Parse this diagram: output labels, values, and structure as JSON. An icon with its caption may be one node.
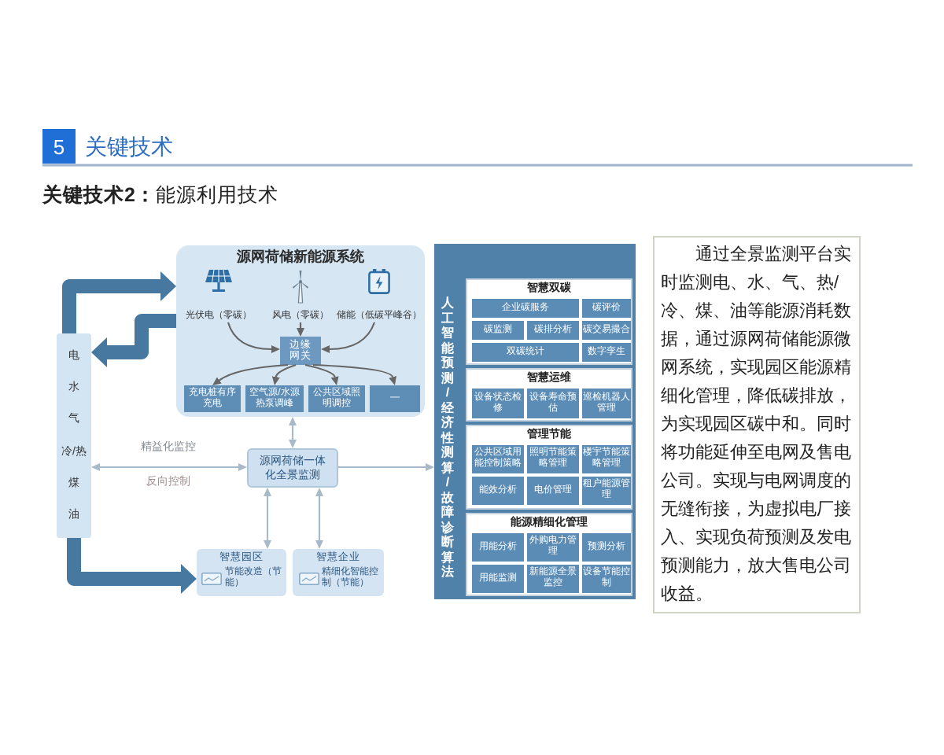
{
  "diagram": {
    "title": "关键技术",
    "nodes": [
      {
        "text": [
          "源网荷储新能源系统"
        ]
      },
      {
        "text": [
          "光伏电（零碳）"
        ],
        "in": 0
      },
      {
        "text": [
          "风电（零碳）"
        ],
        "in": 0
      },
      {
        "text": [
          "储能（低碳平峰谷）"
        ],
        "in": 0
      },
      {
        "text": [
          "边缘网关"
        ],
        "in": 0
      },
      {
        "text": [
          "充电桩有序充电"
        ],
        "in": 0
      },
      {
        "text": [
          "空气源/水源热泵调峰"
        ],
        "in": 0
      },
      {
        "text": [
          "公共区域照明调控"
        ],
        "in": 0
      },
      {
        "text": [
          "—"
        ],
        "in": 0
      },
      {
        "text": [
          "电",
          "水",
          "气",
          "冷/热",
          "煤",
          "油"
        ]
      },
      {
        "text": [
          "源网荷储一体化全景监测"
        ]
      },
      {
        "text": [
          "智慧园区",
          "节能改造（节能）"
        ]
      },
      {
        "text": [
          "智慧企业",
          "精细化智能控制（节能）"
        ]
      },
      {
        "text": [
          "人工智能预测/经济性测算/故障诊断算法"
        ]
      },
      {
        "text": [
          "智慧双碳"
        ],
        "in": 13
      },
      {
        "text": [
          "企业碳服务"
        ],
        "in": 14
      },
      {
        "text": [
          "碳评价"
        ],
        "in": 14
      },
      {
        "text": [
          "碳监测"
        ],
        "in": 14
      },
      {
        "text": [
          "碳排分析"
        ],
        "in": 14
      },
      {
        "text": [
          "碳交易撮合"
        ],
        "in": 14
      },
      {
        "text": [
          "双碳统计"
        ],
        "in": 14
      },
      {
        "text": [
          "数字孪生"
        ],
        "in": 14
      },
      {
        "text": [
          "智慧运维"
        ],
        "in": 13
      },
      {
        "text": [
          "设备状态检修"
        ],
        "in": 22
      },
      {
        "text": [
          "设备寿命预估"
        ],
        "in": 22
      },
      {
        "text": [
          "巡检机器人管理"
        ],
        "in": 22
      },
      {
        "text": [
          "管理节能"
        ],
        "in": 13
      },
      {
        "text": [
          "公共区域用能控制策略"
        ],
        "in": 26
      },
      {
        "text": [
          "照明节能策略管理"
        ],
        "in": 26
      },
      {
        "text": [
          "楼宇节能策略管理"
        ],
        "in": 26
      },
      {
        "text": [
          "能效分析"
        ],
        "in": 26
      },
      {
        "text": [
          "电价管理"
        ],
        "in": 26
      },
      {
        "text": [
          "租户能源管理"
        ],
        "in": 26
      },
      {
        "text": [
          "能源精细化管理"
        ],
        "in": 13
      },
      {
        "text": [
          "用能分析"
        ],
        "in": 33
      },
      {
        "text": [
          "外购电力管理"
        ],
        "in": 33
      },
      {
        "text": [
          "预测分析"
        ],
        "in": 33
      },
      {
        "text": [
          "用能监测"
        ],
        "in": 33
      },
      {
        "text": [
          "新能源全景监控"
        ],
        "in": 33
      },
      {
        "text": [
          "设备节能控制"
        ],
        "in": 33
      },
      {
        "text": [
          "通过全景监测平台实时监测电、水、气、热/冷、煤、油等能源消耗数据，通过源网荷储能源微网系统，实现园区能源精细化管理，降低碳排放，为实现园区碳中和。同时将功能延伸至电网及售电公司。实现与电网调度的无缝衔接，为虚拟电厂接入、实现负荷预测及发电预测能力，放大售电公司收益。"
        ]
      }
    ],
    "edges": [
      {
        "from": 1,
        "to": 4,
        "arrow": "to"
      },
      {
        "from": 2,
        "to": 4,
        "arrow": "to"
      },
      {
        "from": 3,
        "to": 4,
        "arrow": "to"
      },
      {
        "from": 4,
        "to": 5,
        "arrow": "to"
      },
      {
        "from": 4,
        "to": 6,
        "arrow": "to"
      },
      {
        "from": 4,
        "to": 7,
        "arrow": "to"
      },
      {
        "from": 4,
        "to": 8,
        "arrow": "to"
      },
      {
        "from": 9,
        "to": 0,
        "arrow": "to",
        "style": "thick",
        "color": "#47789f"
      },
      {
        "from": 0,
        "to": 9,
        "arrow": "to",
        "style": "thick",
        "color": "#47789f"
      },
      {
        "from": 9,
        "to": 11,
        "arrow": "to",
        "style": "thick",
        "color": "#47789f"
      },
      {
        "from": 0,
        "to": 10,
        "arrow": "both",
        "color": "#a9b9c8"
      },
      {
        "from": 9,
        "to": 10,
        "arrow": "both",
        "label": "精益化监控",
        "color": "#a9b9c8"
      },
      {
        "from": 10,
        "to": 13,
        "arrow": "to",
        "color": "#a9b9c8"
      },
      {
        "from": 10,
        "to": 11,
        "arrow": "both",
        "color": "#a9b9c8"
      },
      {
        "from": 10,
        "to": 12,
        "arrow": "both",
        "color": "#a9b9c8"
      }
    ],
    "labels": [
      "5",
      "**关键技术2：**能源利用技术",
      "反向控制"
    ]
  }
}
